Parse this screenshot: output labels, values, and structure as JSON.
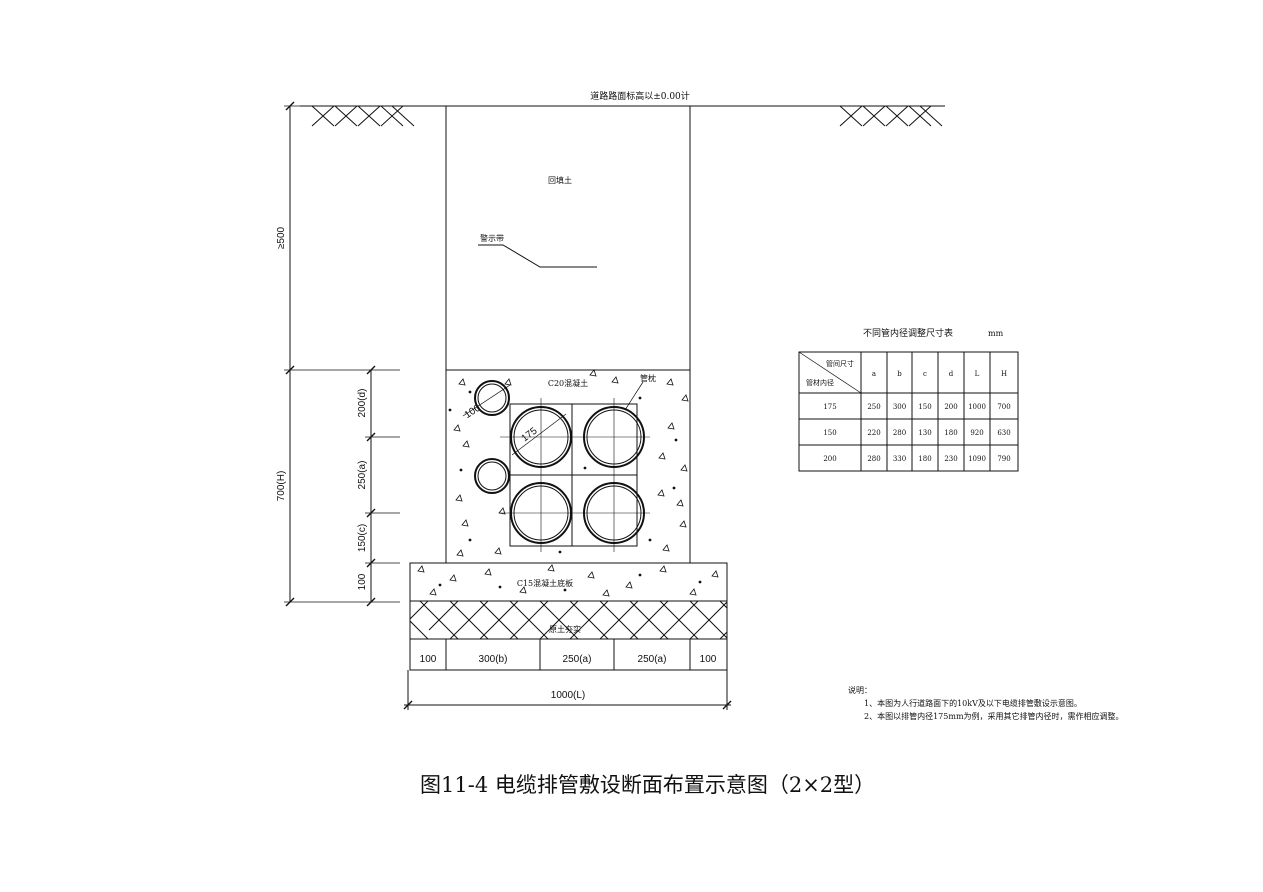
{
  "drawing": {
    "road_surface_label": "道路路面标高以±0.00计",
    "backfill_label": "回填土",
    "warning_tape_label": "警示带",
    "concrete_label": "C20混凝土",
    "pipe_pillow_label": "管枕",
    "base_slab_label": "C15混凝土底板",
    "soil_label": "原土夯实",
    "pipe_dia_small": "100",
    "pipe_dia_large": "175"
  },
  "dimensions": {
    "depth_min": "≥500",
    "height_total": "700(H)",
    "d": "200(d)",
    "a": "250(a)",
    "c": "150(c)",
    "base": "100",
    "bottom": [
      "100",
      "300(b)",
      "250(a)",
      "250(a)",
      "100"
    ],
    "total_width": "1000(L)"
  },
  "table": {
    "title": "不同管内径调整尺寸表",
    "unit": "mm",
    "header_top": "管间尺寸",
    "header_bottom": "管材内径",
    "columns": [
      "a",
      "b",
      "c",
      "d",
      "L",
      "H"
    ],
    "rows": [
      [
        "175",
        "250",
        "300",
        "150",
        "200",
        "1000",
        "700"
      ],
      [
        "150",
        "220",
        "280",
        "130",
        "180",
        "920",
        "630"
      ],
      [
        "200",
        "280",
        "330",
        "180",
        "230",
        "1090",
        "790"
      ]
    ]
  },
  "notes": {
    "heading": "说明：",
    "items": [
      "1、本图为人行道路面下的10kV及以下电缆排管敷设示意图。",
      "2、本图以排管内径175mm为例，采用其它排管内径时，需作相应调整。"
    ]
  },
  "caption": "图11-4   电缆排管敷设断面布置示意图（2×2型）"
}
